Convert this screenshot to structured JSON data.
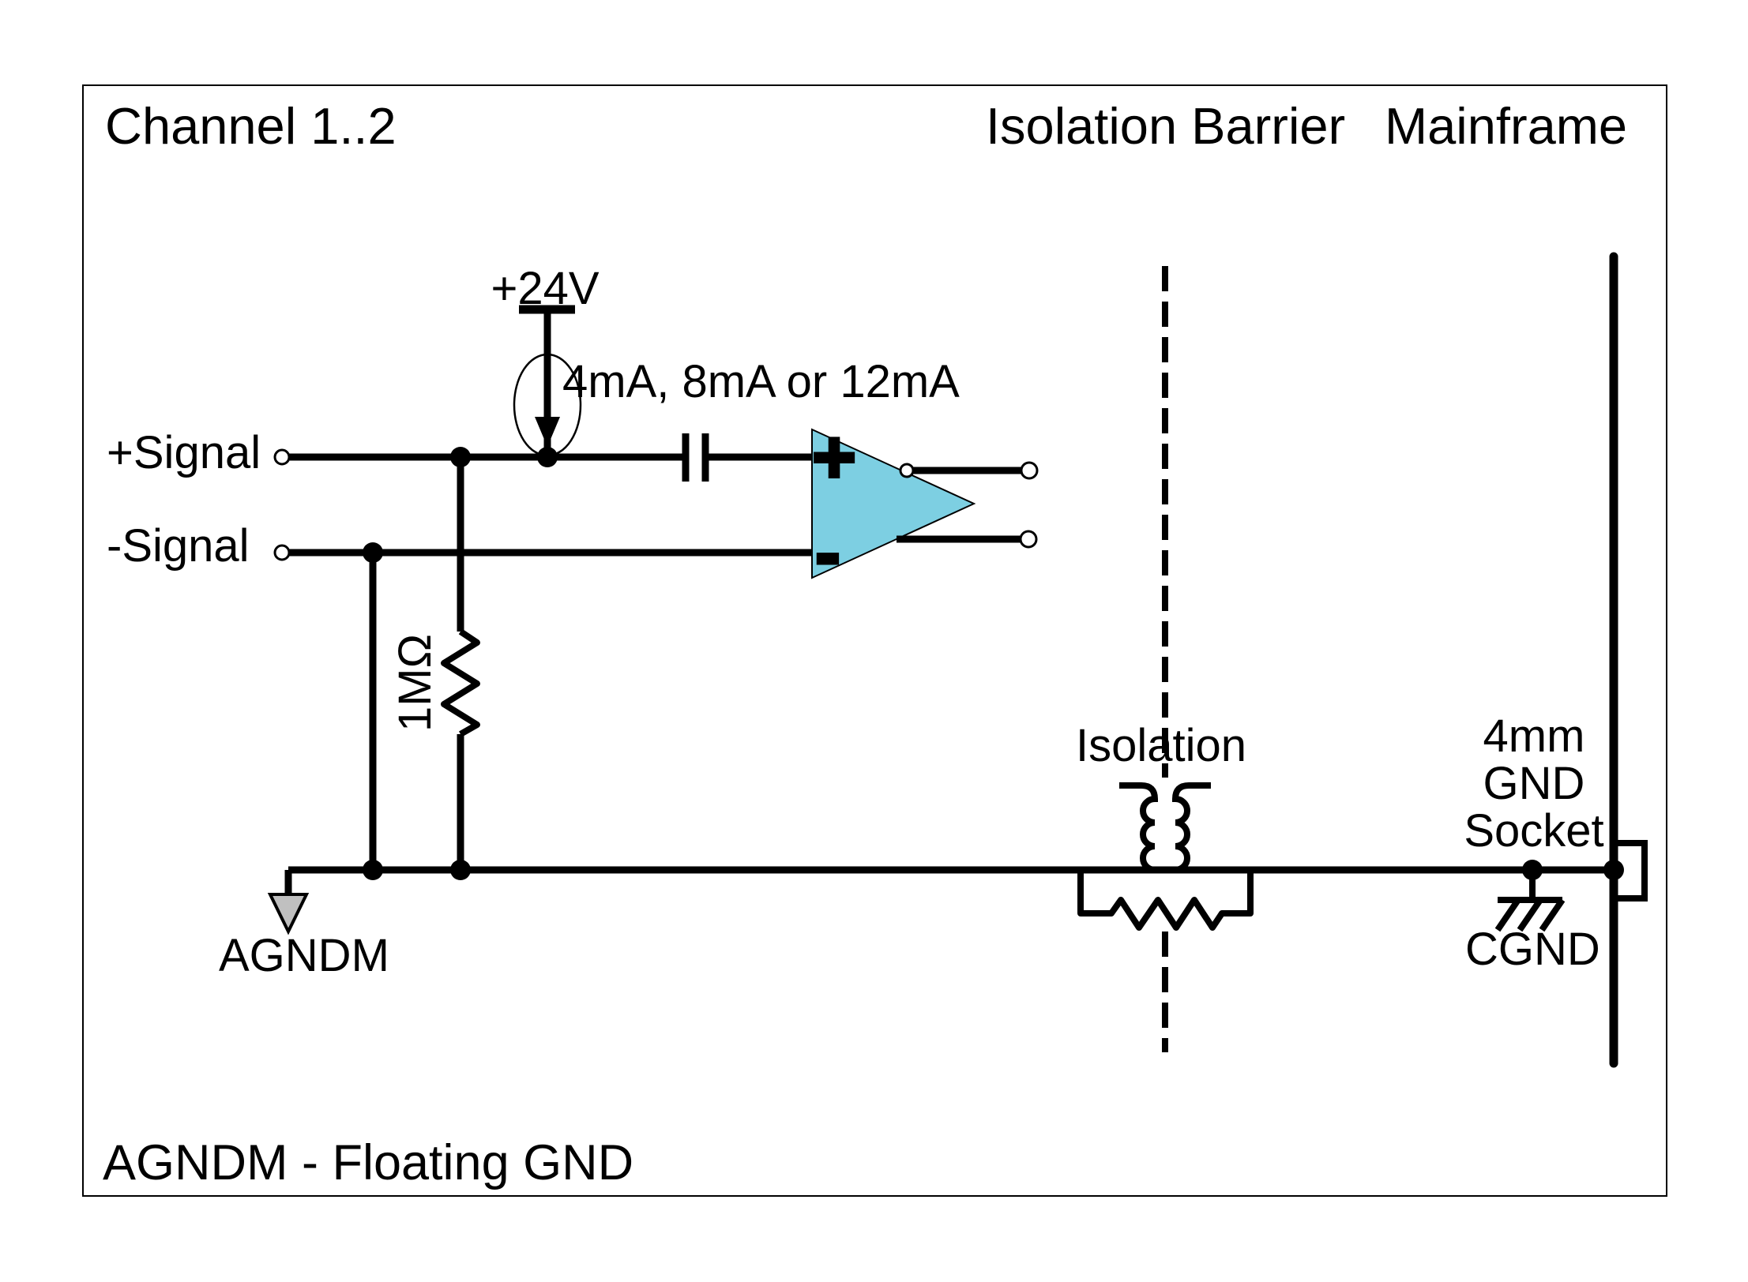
{
  "header": {
    "channel": "Channel 1..2",
    "isolation_barrier": "Isolation Barrier",
    "mainframe": "Mainframe"
  },
  "labels": {
    "supply": "+24V",
    "current_source": "4mA, 8mA or 12mA",
    "signal_plus": "+Signal",
    "signal_minus": "-Signal",
    "resistor": "1MΩ",
    "opamp_plus": "+",
    "opamp_minus": "-",
    "isolation": "Isolation",
    "socket_line1": "4mm",
    "socket_line2": "GND",
    "socket_line3": "Socket",
    "cgnd": "CGND",
    "agndm": "AGNDM"
  },
  "footer": {
    "note": "AGNDM - Floating GND"
  },
  "colors": {
    "wire": "#000000",
    "background": "#FFFFFF",
    "opamp_fill": "#7DCFE2",
    "agndm_arrow_fill": "#C0C0C0"
  }
}
